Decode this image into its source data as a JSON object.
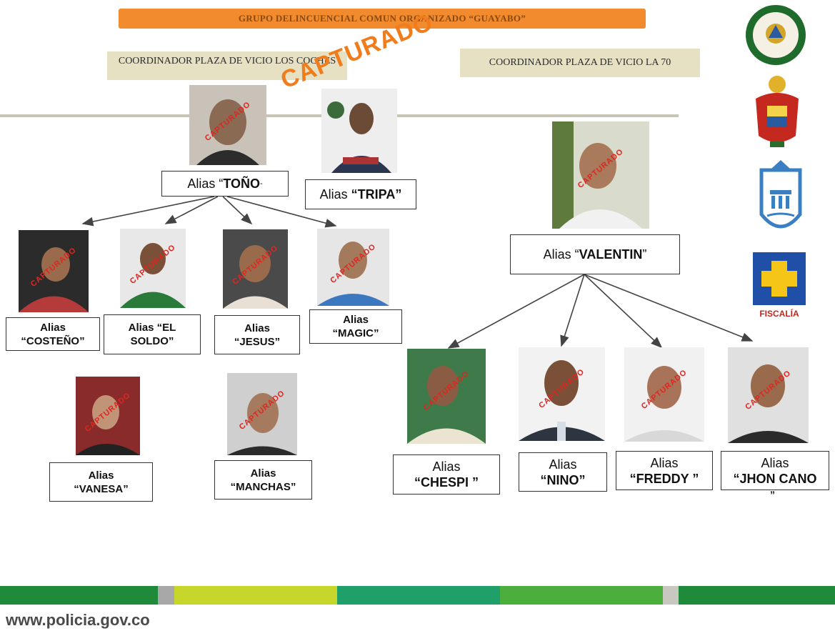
{
  "title": "GRUPO DELINCUENCIAL COMUN ORGANIZADO “GUAYABO”",
  "coordinators": [
    {
      "label": "COORDINADOR PLAZA DE VICIO LOS COCHES"
    },
    {
      "label": "COORDINADOR PLAZA DE VICIO LA 70"
    }
  ],
  "captured_stamp": "CAPTURADO",
  "leaders": {
    "tono": {
      "prefix": "Alias “",
      "name": "TOÑO",
      "suffix": " -"
    },
    "tripa": {
      "prefix": "Alias ",
      "name": "“TRIPA”"
    },
    "valentin": {
      "prefix": "Alias “",
      "name": "VALENTIN",
      "suffix": " ”"
    }
  },
  "members_left": [
    {
      "line1": "Alias",
      "line2": "“COSTEÑO”"
    },
    {
      "line1": "Alias “EL",
      "line2": "SOLDO”"
    },
    {
      "line1": "Alias",
      "line2": "“JESUS”"
    },
    {
      "line1": "Alias",
      "line2": "“MAGIC”"
    },
    {
      "line1": "Alias",
      "line2": "“VANESA”"
    },
    {
      "line1": "Alias",
      "line2": "“MANCHAS”"
    }
  ],
  "members_right": [
    {
      "line1": "Alias",
      "line2": "“CHESPI ”"
    },
    {
      "line1": "Alias",
      "line2": "“NINO”"
    },
    {
      "line1": "Alias",
      "line2": "“FREDDY ”"
    },
    {
      "line1": "Alias",
      "line2": "“JHON CANO",
      "line3": "”"
    }
  ],
  "logos": [
    {
      "icon": "police-seal-icon"
    },
    {
      "icon": "coat-of-arms-icon"
    },
    {
      "icon": "city-shield-icon"
    },
    {
      "icon": "fiscalia-logo-icon",
      "text": "FISCALÍA"
    }
  ],
  "footer": {
    "website": "www.policia.gov.co",
    "stripe_colors": [
      "#1f8a3a",
      "#a8a8a8",
      "#c6d62a",
      "#1fa06a",
      "#4cae3c",
      "#c8c8c0",
      "#1f8a3a"
    ]
  },
  "colors": {
    "title_bar": "#f28a2e",
    "captured_red": "#e0261f",
    "captured_orange": "#f07c1c",
    "coordinator_bg": "#e7e1c4"
  }
}
